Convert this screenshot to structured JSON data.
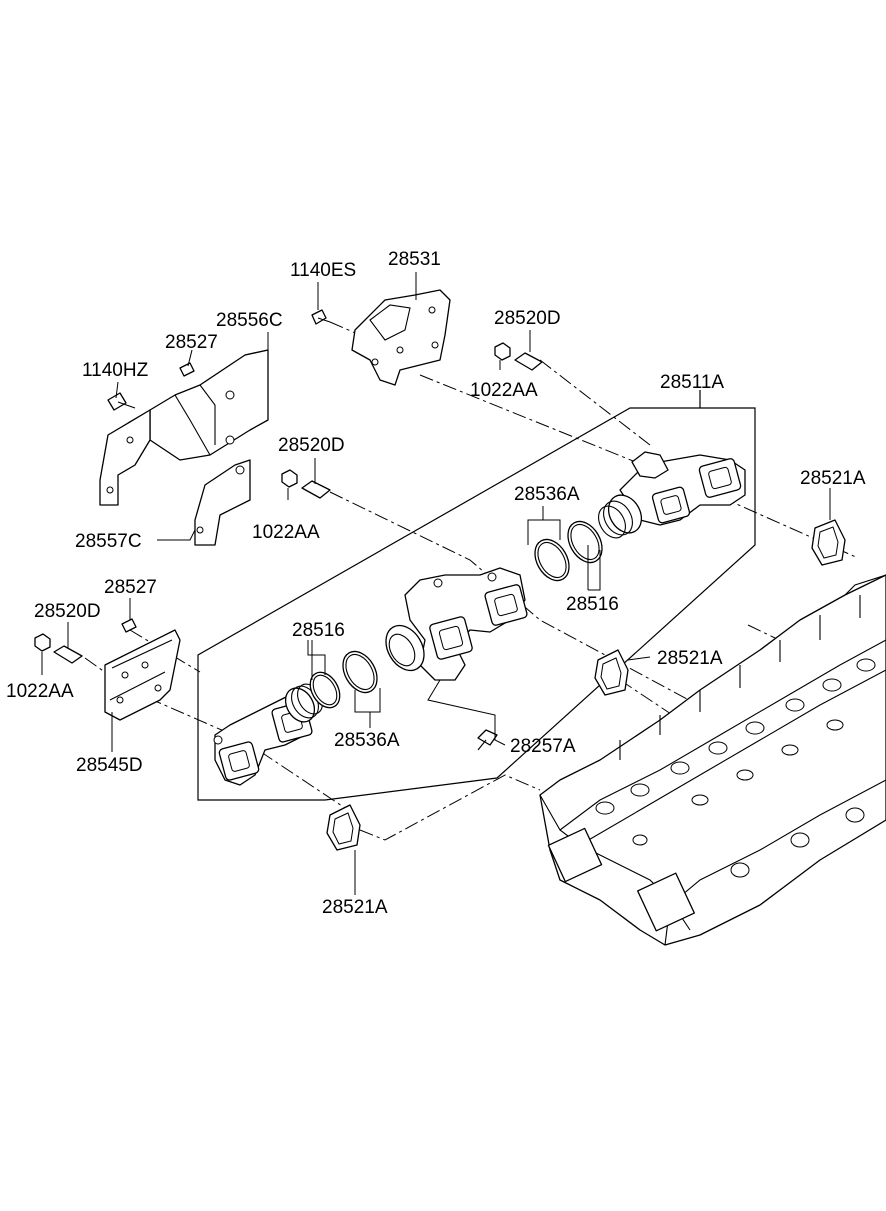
{
  "callouts": {
    "c_1140ES": "1140ES",
    "c_28531": "28531",
    "c_28520D_top": "28520D",
    "c_1022AA_top": "1022AA",
    "c_28556C": "28556C",
    "c_28527_top": "28527",
    "c_1140HZ": "1140HZ",
    "c_28511A": "28511A",
    "c_28520D_mid": "28520D",
    "c_1022AA_mid": "1022AA",
    "c_28536A_top": "28536A",
    "c_28521A_right": "28521A",
    "c_28557C": "28557C",
    "c_28516_right": "28516",
    "c_28527_left": "28527",
    "c_28520D_left": "28520D",
    "c_28516_left": "28516",
    "c_28521A_mid": "28521A",
    "c_1022AA_left": "1022AA",
    "c_28536A_bottom": "28536A",
    "c_28257A": "28257A",
    "c_28545D": "28545D",
    "c_28521A_bottom": "28521A"
  }
}
